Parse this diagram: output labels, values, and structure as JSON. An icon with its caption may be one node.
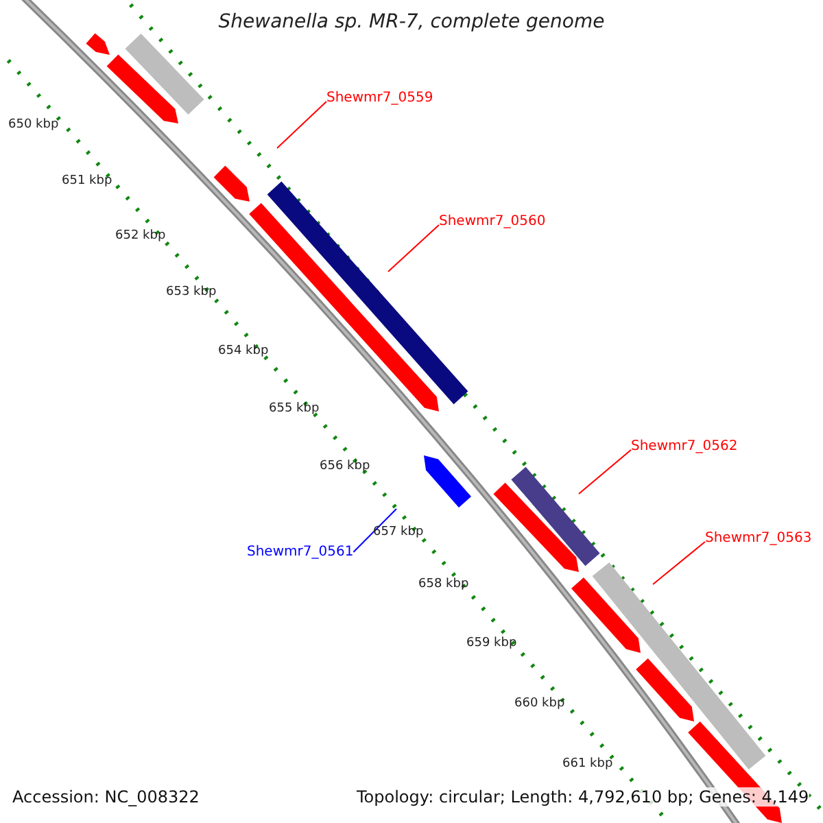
{
  "diagram": {
    "title": "Shewanella sp. MR-7, complete genome",
    "nodes": [
      {
        "text": [
          "Shewmr7_0559"
        ]
      },
      {
        "text": [
          "Shewmr7_0560"
        ]
      },
      {
        "text": [
          "Shewmr7_0561"
        ]
      },
      {
        "text": [
          "Shewmr7_0562"
        ]
      },
      {
        "text": [
          "Shewmr7_0563"
        ]
      }
    ],
    "edges": [
      {
        "from": 0,
        "to": null,
        "arrow": "none"
      },
      {
        "from": 1,
        "to": null,
        "arrow": "none"
      },
      {
        "from": 2,
        "to": null,
        "arrow": "none",
        "color": "#0000ff"
      },
      {
        "from": 3,
        "to": null,
        "arrow": "none"
      },
      {
        "from": 4,
        "to": null,
        "arrow": "none"
      }
    ],
    "labels": [
      "650 kbp",
      "651 kbp",
      "652 kbp",
      "653 kbp",
      "654 kbp",
      "655 kbp",
      "656 kbp",
      "657 kbp",
      "658 kbp",
      "659 kbp",
      "660 kbp",
      "661 kbp",
      "Accession: NC_008322",
      "Topology: circular; Length: 4,792,610 bp; Genes: 4,149"
    ]
  }
}
